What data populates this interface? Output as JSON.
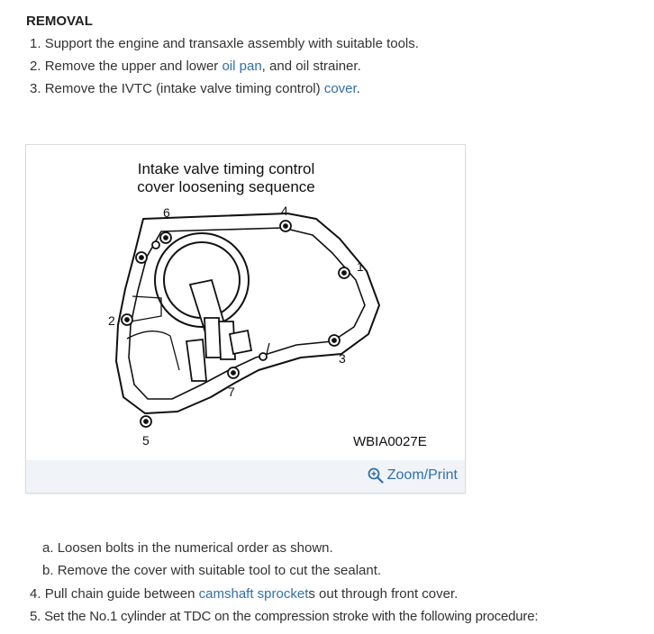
{
  "section": {
    "title": "REMOVAL"
  },
  "steps": [
    {
      "num": "1.",
      "text": "Support the engine and transaxle assembly with suitable tools."
    },
    {
      "num": "2.",
      "pre": "Remove the upper and lower ",
      "link": "oil pan",
      "post": ", and oil strainer."
    },
    {
      "num": "3.",
      "pre": "Remove the IVTC (intake valve timing control) ",
      "link": "cover",
      "post": "."
    }
  ],
  "figure": {
    "title_line1": "Intake valve timing control",
    "title_line2": "cover loosening sequence",
    "code": "WBIA0027E",
    "zoom_label": "Zoom/Print",
    "bolt_labels": [
      "1",
      "2",
      "3",
      "4",
      "5",
      "6",
      "7"
    ]
  },
  "substeps": [
    {
      "letter": "a.",
      "text": "Loosen bolts in the numerical order as shown."
    },
    {
      "letter": "b.",
      "text": "Remove the cover with suitable tool to cut the sealant."
    }
  ],
  "later_steps": [
    {
      "num": "4.",
      "pre": "Pull chain guide between ",
      "link": "camshaft sprocket",
      "post": "s out through front cover."
    },
    {
      "num": "5.",
      "text": "Set the No.1 cylinder at TDC on the compression stroke with the following procedure:"
    }
  ],
  "colors": {
    "link": "#2f6fad",
    "footer_bg": "#f0f4f8"
  }
}
